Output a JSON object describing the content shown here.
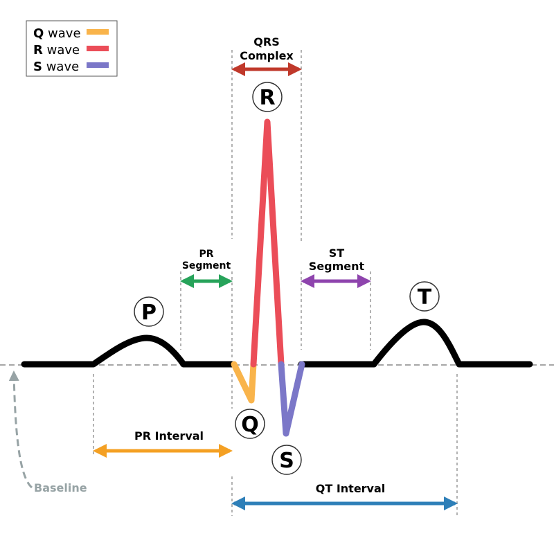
{
  "colors": {
    "trace": "#000000",
    "q_wave": "#f9b44b",
    "r_wave": "#eb4d58",
    "s_wave": "#7b77c8",
    "qrs_arrow": "#c0392b",
    "pr_segment_arrow": "#27a35a",
    "st_segment_arrow": "#8e44ad",
    "pr_interval_arrow": "#f4a023",
    "qt_interval_arrow": "#2e7fb8",
    "guide": "#999999",
    "baseline": "#97a3a5"
  },
  "legend": {
    "items": [
      {
        "key": "Q",
        "text": " wave",
        "color": "#f9b44b"
      },
      {
        "key": "R",
        "text": " wave",
        "color": "#eb4d58"
      },
      {
        "key": "S",
        "text": " wave",
        "color": "#7b77c8"
      }
    ]
  },
  "waves": {
    "p": "P",
    "q": "Q",
    "r": "R",
    "s": "S",
    "t": "T"
  },
  "labels": {
    "qrs_line1": "QRS",
    "qrs_line2": "Complex",
    "pr_segment_line1": "PR",
    "pr_segment_line2": "Segment",
    "st_segment_line1": "ST",
    "st_segment_line2": "Segment",
    "pr_interval": "PR Interval",
    "qt_interval": "QT Interval",
    "baseline": "Baseline"
  }
}
